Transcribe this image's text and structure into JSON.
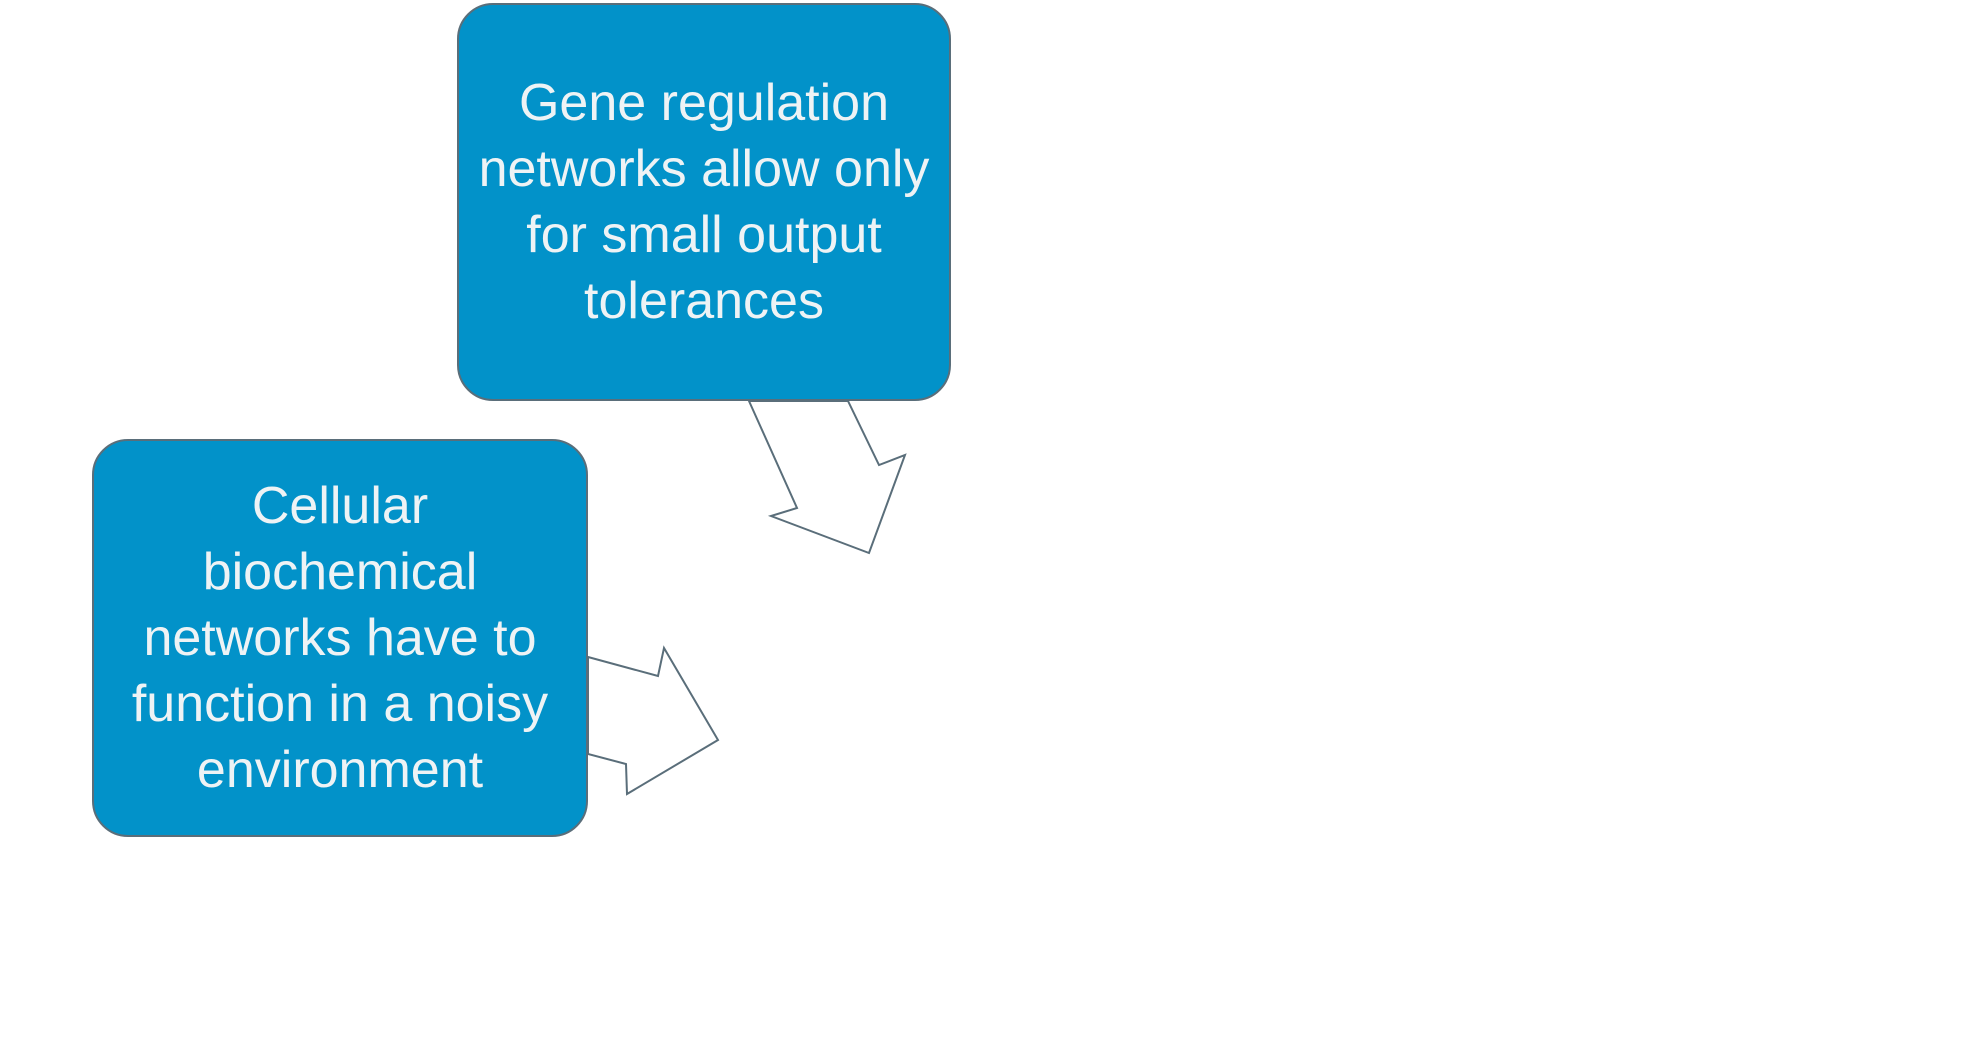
{
  "diagram": {
    "nodes": [
      {
        "id": "gene",
        "label": "Gene regulation networks allow only for small output tolerances"
      },
      {
        "id": "cellular",
        "label": "Cellular biochemical networks have to function in a noisy environment"
      }
    ],
    "connectors": [
      {
        "from": "gene",
        "style": "outline-block-arrow",
        "direction": "down-right"
      },
      {
        "from": "cellular",
        "style": "outline-block-arrow",
        "direction": "right"
      }
    ],
    "colors": {
      "node_fill": "#0292c9",
      "node_border": "#5a6e7a",
      "node_text": "#eef3f5",
      "arrow_stroke": "#5a6e7a",
      "background": "#ffffff"
    }
  }
}
